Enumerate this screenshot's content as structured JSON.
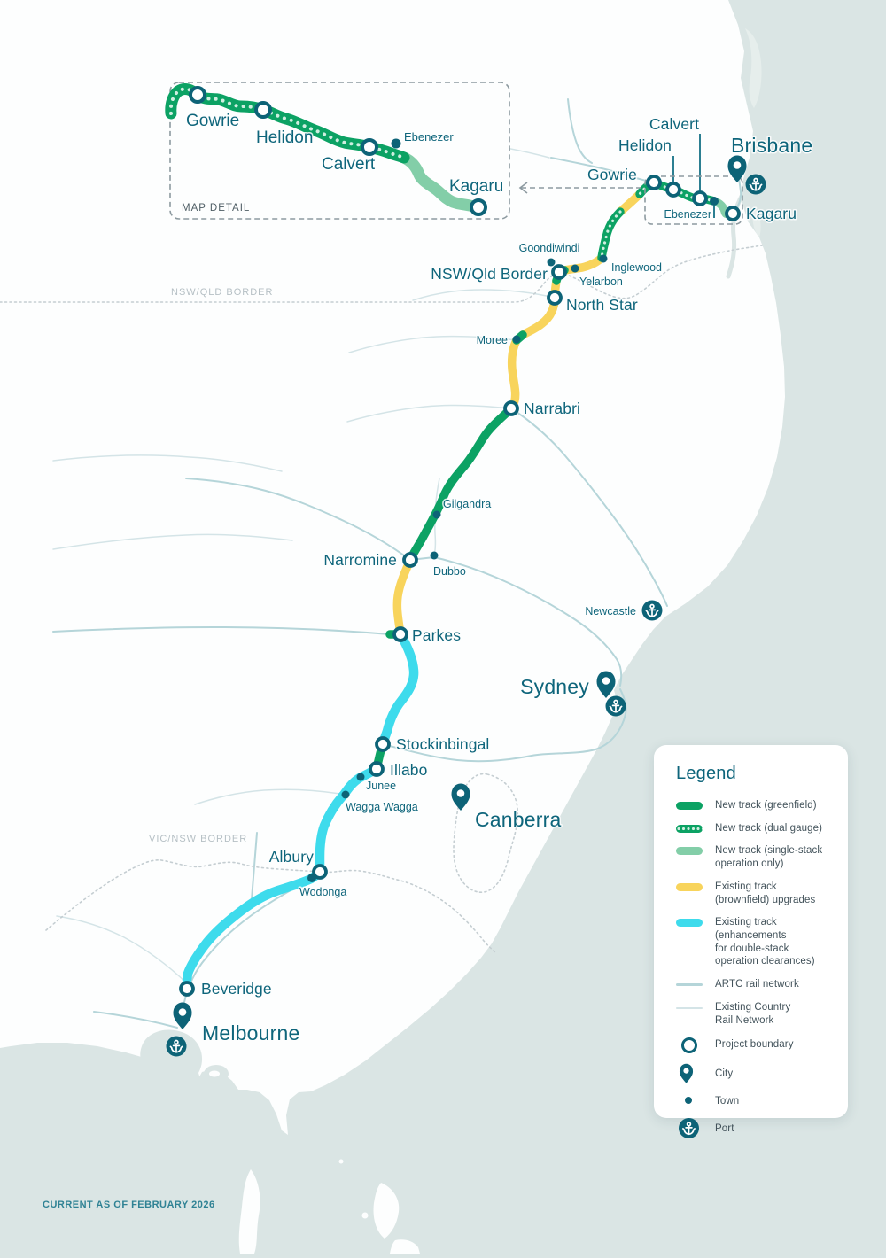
{
  "cities": {
    "brisbane": "Brisbane",
    "sydney": "Sydney",
    "canberra": "Canberra",
    "melbourne": "Melbourne"
  },
  "stations": {
    "gowrie": "Gowrie",
    "helidon": "Helidon",
    "calvert": "Calvert",
    "kagaru": "Kagaru",
    "nsw_qld_border": "NSW/Qld Border",
    "north_star": "North Star",
    "narrabri": "Narrabri",
    "narromine": "Narromine",
    "parkes": "Parkes",
    "stockinbingal": "Stockinbingal",
    "illabo": "Illabo",
    "albury": "Albury",
    "beveridge": "Beveridge"
  },
  "towns": {
    "ebenezer": "Ebenezer",
    "goondiwindi": "Goondiwindi",
    "inglewood": "Inglewood",
    "yelarbon": "Yelarbon",
    "moree": "Moree",
    "gilgandra": "Gilgandra",
    "dubbo": "Dubbo",
    "newcastle": "Newcastle",
    "junee": "Junee",
    "wagga_wagga": "Wagga Wagga",
    "wodonga": "Wodonga"
  },
  "inset": {
    "caption": "MAP DETAIL",
    "gowrie": "Gowrie",
    "helidon": "Helidon",
    "calvert": "Calvert",
    "ebenezer": "Ebenezer",
    "kagaru": "Kagaru"
  },
  "borders": {
    "nsw_qld": "NSW/QLD BORDER",
    "vic_nsw": "VIC/NSW BORDER"
  },
  "footer": {
    "current_as_of": "CURRENT AS OF FEBRUARY 2026"
  },
  "legend": {
    "title": "Legend",
    "items": [
      {
        "label": "New track (greenfield)"
      },
      {
        "label": "New track (dual gauge)"
      },
      {
        "label": "New track (single-stack\noperation only)"
      },
      {
        "label": "Existing track\n(brownfield) upgrades"
      },
      {
        "label": "Existing track\n(enhancements\nfor double-stack\noperation clearances)"
      },
      {
        "label": "ARTC rail network"
      },
      {
        "label": "Existing Country\nRail Network"
      },
      {
        "label": "Project boundary"
      },
      {
        "label": "City"
      },
      {
        "label": "Town"
      },
      {
        "label": "Port"
      }
    ]
  },
  "colors": {
    "greenfield": "#0ca264",
    "single_stack": "#83cea8",
    "brownfield": "#f8d45c",
    "double_stack": "#3edbec",
    "artc_network": "#b5d5d9",
    "country_network": "#d4e4e7",
    "marker": "#0d6377",
    "ocean": "#dae5e4",
    "land": "#fdfefe"
  }
}
